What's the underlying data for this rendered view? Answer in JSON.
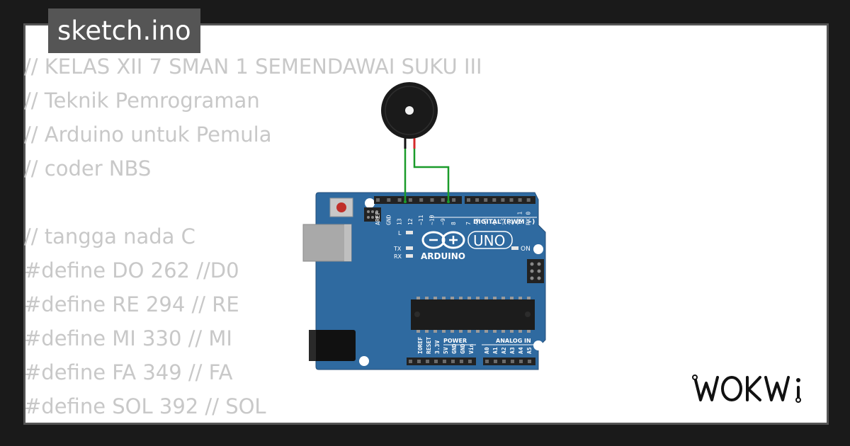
{
  "file_tab": {
    "title": "sketch.ino"
  },
  "code_lines": [
    "// KELAS XII 7 SMAN 1 SEMENDAWAI SUKU III",
    "// Teknik Pemrograman",
    "// Arduino untuk Pemula",
    "// coder NBS",
    "",
    "// tangga nada C",
    "#define DO 262 //D0",
    "#define RE 294 // RE",
    "#define MI 330 // MI",
    "#define FA 349 // FA",
    "#define SOL 392 // SOL"
  ],
  "board": {
    "name": "ARDUINO",
    "model": "UNO",
    "color": "#2f6aa0",
    "labels": {
      "digital": "DIGITAL (PWM ~)",
      "power": "POWER",
      "analog": "ANALOG IN",
      "on": "ON",
      "led_l": "L",
      "tx": "TX",
      "rx": "RX"
    },
    "top_pins_left": [
      "AREF",
      "GND",
      "13",
      "12",
      "~11",
      "~10",
      "~9",
      "8"
    ],
    "top_pins_right": [
      "7",
      "~6",
      "~5",
      "4",
      "~3",
      "2",
      "TX 1",
      "RX 0"
    ],
    "power_pins": [
      "IOREF",
      "RESET",
      "3.3V",
      "5V",
      "GND",
      "GND",
      "Vin"
    ],
    "analog_pins": [
      "A0",
      "A1",
      "A2",
      "A3",
      "A4",
      "A5"
    ]
  },
  "buzzer": {
    "color": "#1a1a1a"
  },
  "wires": {
    "color": "#1a9b2a"
  },
  "brand": {
    "logo": "WOKWi"
  }
}
